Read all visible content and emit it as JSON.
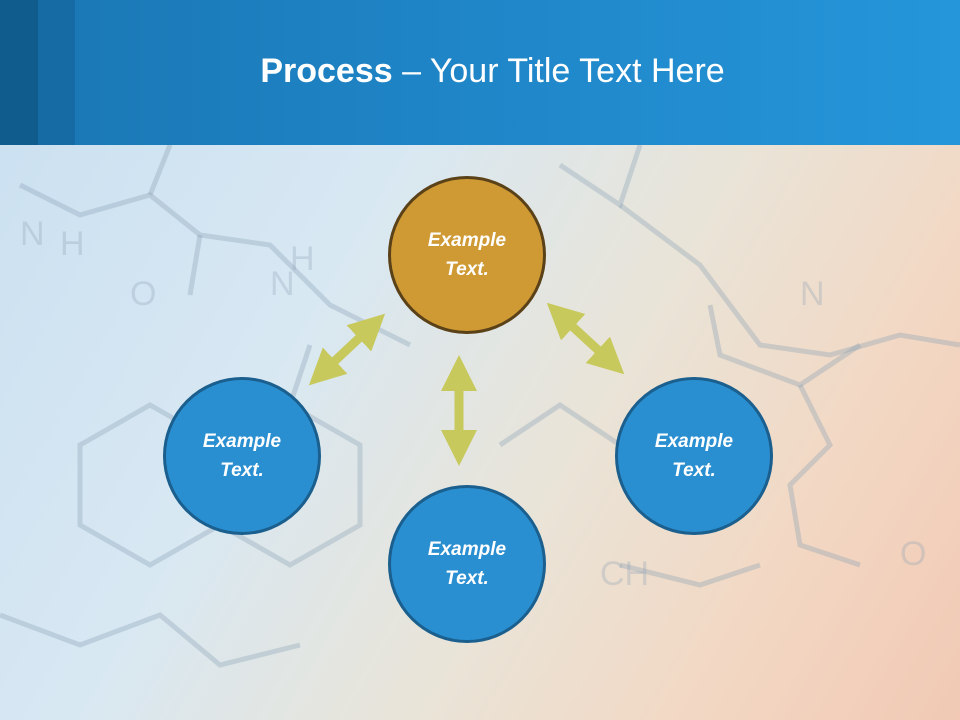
{
  "slide": {
    "title_bold": "Process",
    "title_rest": " – Your Title Text Here"
  },
  "nodes": [
    {
      "id": "top",
      "label_line1": "Example",
      "label_line2": "Text.",
      "color": "#cf9a34"
    },
    {
      "id": "left",
      "label_line1": "Example",
      "label_line2": "Text.",
      "color": "#2a8fd0"
    },
    {
      "id": "bottom",
      "label_line1": "Example",
      "label_line2": "Text.",
      "color": "#2a8fd0"
    },
    {
      "id": "right",
      "label_line1": "Example",
      "label_line2": "Text.",
      "color": "#2a8fd0"
    }
  ],
  "connectors": [
    {
      "from": "top",
      "to": "left",
      "style": "double-arrow"
    },
    {
      "from": "top",
      "to": "bottom",
      "style": "double-arrow"
    },
    {
      "from": "top",
      "to": "right",
      "style": "double-arrow"
    }
  ],
  "colors": {
    "header": "#1f86c8",
    "arrow": "#c8c95c",
    "gold_node": "#cf9a34",
    "blue_node": "#2a8fd0"
  }
}
